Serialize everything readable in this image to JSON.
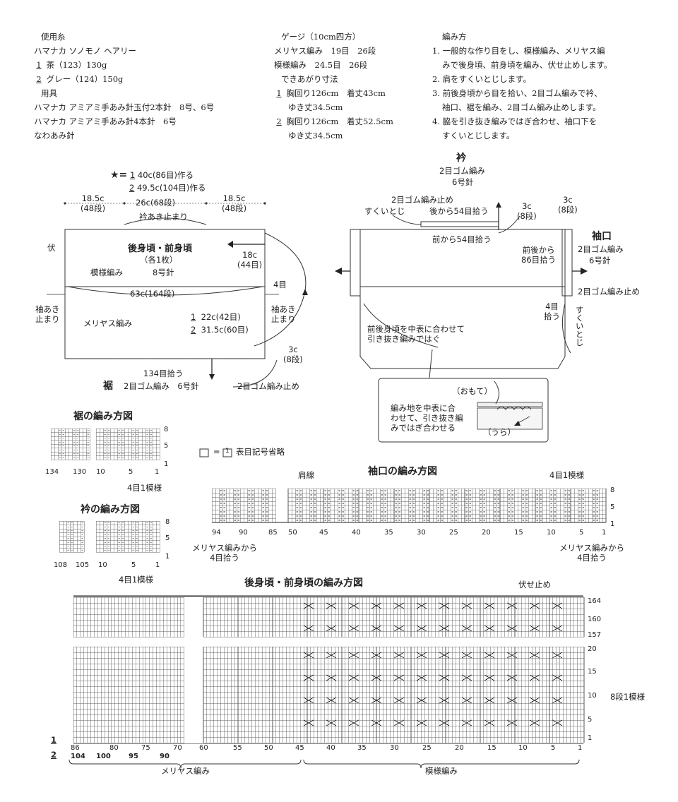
{
  "materials": {
    "yarn_head": "使用糸",
    "yarn_name": "ハマナカ ソノモノ ヘアリー",
    "yarn1_num": "1",
    "yarn1": "茶（123）130g",
    "yarn2_num": "2",
    "yarn2": "グレー（124）150g",
    "tools_head": "用具",
    "tool1": "ハマナカ アミアミ手あみ針玉付2本針　8号、6号",
    "tool2": "ハマナカ アミアミ手あみ針4本針　6号",
    "tool3": "なわあみ針"
  },
  "gauge": {
    "head": "ゲージ（10cm四方）",
    "line1": "メリヤス編み　19目　26段",
    "line2": "模様編み　24.5目　26段",
    "size_head": "できあがり寸法",
    "s1_num": "1",
    "s1a": "胸回り126cm　着丈43cm",
    "s1b": "ゆき丈34.5cm",
    "s2_num": "2",
    "s2a": "胸回り126cm　着丈52.5cm",
    "s2b": "ゆき丈34.5cm"
  },
  "method": {
    "head": "編み方",
    "s1a": "1. 一般的な作り目をし、模様編み、メリヤス編",
    "s1b": "みで後身頃、前身頃を編み、伏せ止めします。",
    "s2": "2. 肩をすくいとじします。",
    "s3a": "3. 前後身頃から目を拾い、2目ゴム編みで衿、",
    "s3b": "袖口、裾を編み、2目ゴム編み止めします。",
    "s4a": "4. 脇を引き抜き編みではぎ合わせ、袖口下を",
    "s4b": "すくいとじします。"
  },
  "body_diagram": {
    "star": "★=",
    "star1_num": "1",
    "star1": "40c(86目)作る",
    "star2_num": "2",
    "star2": "49.5c(104目)作る",
    "left_w": "18.5c",
    "left_rows": "(48段)",
    "center_w": "26c(68段)",
    "right_w": "18.5c",
    "right_rows": "(48段)",
    "neck_stop": "衿あき止まり",
    "bind": "伏",
    "title": "後身頃・前身頃",
    "count": "（各1枚）",
    "pattern": "模様編み",
    "needle": "8号針",
    "height": "18c",
    "height_rows": "(44目)",
    "four": "4目",
    "width": "63c(164段)",
    "sleeve_l_a": "袖あき",
    "sleeve_l_b": "止まり",
    "sleeve_r_a": "袖あき",
    "sleeve_r_b": "止まり",
    "stockinette": "メリヤス編み",
    "h1_num": "1",
    "h1": "22c(42目)",
    "h2_num": "2",
    "h2": "31.5c(60目)",
    "rib_h": "3c",
    "rib_rows": "(8段)",
    "pickup": "134目拾う",
    "hem": "裾",
    "hem_rib": "2目ゴム編み　6号針",
    "rib_stop": "2目ゴム編み止め"
  },
  "assembly": {
    "collar": "衿",
    "collar_rib": "2目ゴム編み",
    "collar_needle": "6号針",
    "collar_stop": "2目ゴム編み止め",
    "sukui": "すくいとじ",
    "back54": "後から54目拾う",
    "front54": "前から54目拾う",
    "c3": "3c",
    "c3r": "(8段)",
    "r3": "3c",
    "r3r": "(8段)",
    "cuff": "袖口",
    "cuff_rib": "2目ゴム編み",
    "cuff_needle": "6号針",
    "from1": "前後から",
    "from2": "86目拾う",
    "cuff_stop": "2目ゴム編み止め",
    "p4a": "4目",
    "p4b": "拾う",
    "sukui2": "すくいとじ",
    "join1": "前後身頃を中表に合わせて",
    "join2": "引き抜き編みではぐ",
    "omote": "（おもて）",
    "ura": "（うら）",
    "inset1": "編み地を中表に合",
    "inset2": "わせて、引き抜き編",
    "inset3": "みではぎ合わせる"
  },
  "legend": {
    "eq": "=",
    "num": "1",
    "text": "表目記号省略"
  },
  "hem_chart": {
    "title": "裾の編み方図",
    "r8": "8",
    "r5": "5",
    "r1": "1",
    "c134": "134",
    "c130": "130",
    "c10": "10",
    "c5": "5",
    "c1": "1",
    "repeat": "4目1模様"
  },
  "collar_chart": {
    "title": "衿の編み方図",
    "r8": "8",
    "r5": "5",
    "r1": "1",
    "c108": "108",
    "c105": "105",
    "c10": "10",
    "c5": "5",
    "c1": "1",
    "repeat": "4目1模様"
  },
  "cuff_chart": {
    "title": "袖口の編み方図",
    "shoulder": "肩線",
    "repeat": "4目1模様",
    "r8": "8",
    "r5": "5",
    "r1": "1",
    "cols": [
      "94",
      "90",
      "85",
      "50",
      "45",
      "40",
      "35",
      "30",
      "25",
      "20",
      "15",
      "10",
      "5",
      "1"
    ],
    "left_note1": "メリヤス編みから",
    "left_note2": "4目拾う",
    "right_note1": "メリヤス編みから",
    "right_note2": "4目拾う"
  },
  "main_chart": {
    "title": "後身頃・前身頃の編み方図",
    "bindoff": "伏せ止め",
    "rows": [
      "164",
      "160",
      "157",
      "20",
      "15",
      "10",
      "5",
      "1"
    ],
    "repeat": "8段1模様",
    "size1": "1",
    "size2": "2",
    "cols1": [
      "86",
      "80",
      "75",
      "70",
      "60",
      "55",
      "50",
      "45",
      "40",
      "35",
      "30",
      "25",
      "20",
      "15",
      "10",
      "5",
      "1"
    ],
    "cols2": [
      "104",
      "100",
      "95",
      "90"
    ],
    "stock": "メリヤス編み",
    "pattern": "模様編み"
  }
}
